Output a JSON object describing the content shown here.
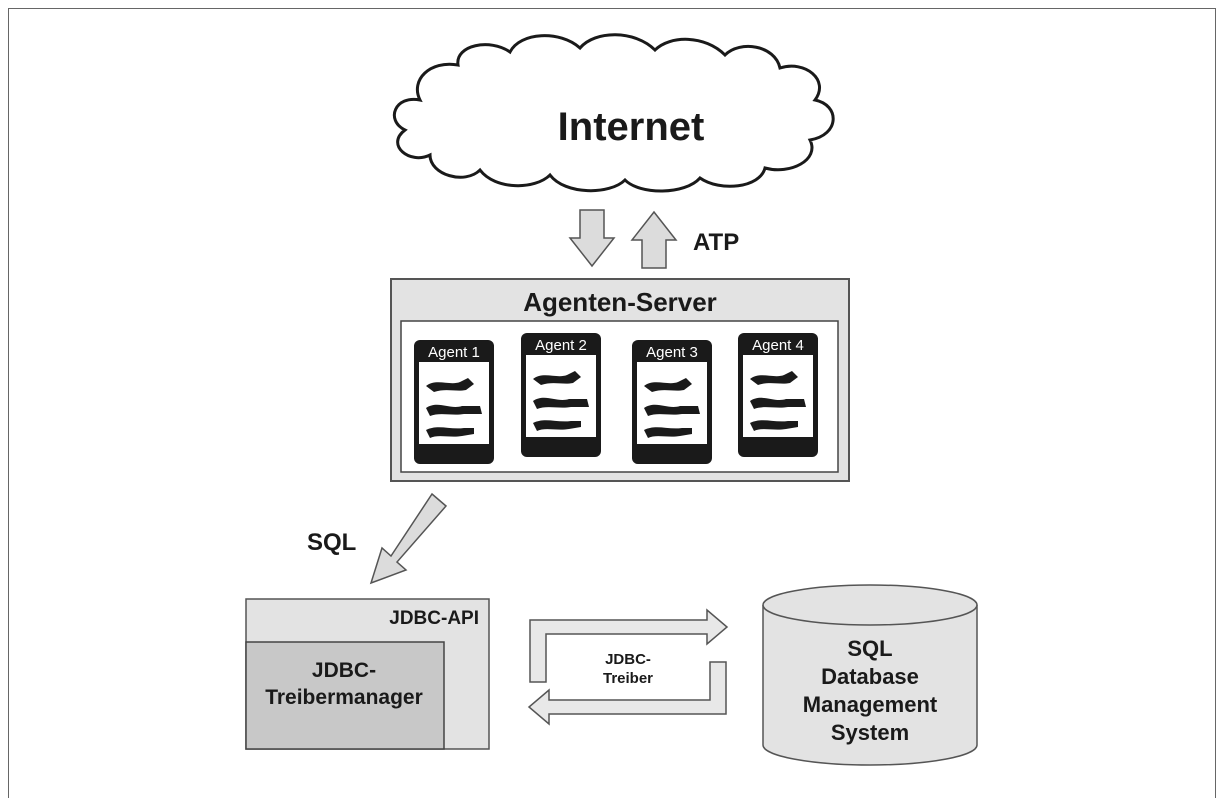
{
  "cloud": {
    "label": "Internet"
  },
  "arrows": {
    "atp_label": "ATP",
    "sql_label": "SQL"
  },
  "server": {
    "title": "Agenten-Server",
    "agents": [
      {
        "label": "Agent 1"
      },
      {
        "label": "Agent 2"
      },
      {
        "label": "Agent 3"
      },
      {
        "label": "Agent 4"
      }
    ]
  },
  "jdbc_api": {
    "label": "JDBC-API",
    "manager_line1": "JDBC-",
    "manager_line2": "Treibermanager"
  },
  "driver": {
    "line1": "JDBC-",
    "line2": "Treiber"
  },
  "database": {
    "line1": "SQL",
    "line2": "Database",
    "line3": "Management",
    "line4": "System"
  },
  "colors": {
    "box_fill": "#e3e3e3",
    "box_fill_dark": "#c8c8c8",
    "stroke": "#1a1a1a",
    "agent_dark": "#1a1a1a"
  }
}
